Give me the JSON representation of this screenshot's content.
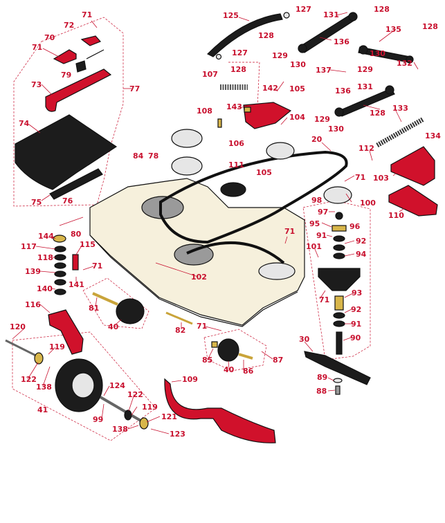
{
  "callouts": [
    {
      "id": "c71a",
      "text": "71"
    },
    {
      "id": "c72",
      "text": "72"
    },
    {
      "id": "c70",
      "text": "70"
    },
    {
      "id": "c71b",
      "text": "71"
    },
    {
      "id": "c79",
      "text": "79"
    },
    {
      "id": "c73",
      "text": "73"
    },
    {
      "id": "c77",
      "text": "77"
    },
    {
      "id": "c74",
      "text": "74"
    },
    {
      "id": "c75",
      "text": "75"
    },
    {
      "id": "c76",
      "text": "76"
    },
    {
      "id": "c125",
      "text": "125"
    },
    {
      "id": "c127a",
      "text": "127"
    },
    {
      "id": "c128a",
      "text": "128"
    },
    {
      "id": "c127b",
      "text": "127"
    },
    {
      "id": "c128b",
      "text": "128"
    },
    {
      "id": "c107",
      "text": "107"
    },
    {
      "id": "c131a",
      "text": "131"
    },
    {
      "id": "c128c",
      "text": "128"
    },
    {
      "id": "c135",
      "text": "135"
    },
    {
      "id": "c128d",
      "text": "128"
    },
    {
      "id": "c136a",
      "text": "136"
    },
    {
      "id": "c129a",
      "text": "129"
    },
    {
      "id": "c130a",
      "text": "130"
    },
    {
      "id": "c130b",
      "text": "130"
    },
    {
      "id": "c132",
      "text": "132"
    },
    {
      "id": "c137",
      "text": "137"
    },
    {
      "id": "c129b",
      "text": "129"
    },
    {
      "id": "c131b",
      "text": "131"
    },
    {
      "id": "c136b",
      "text": "136"
    },
    {
      "id": "c142",
      "text": "142"
    },
    {
      "id": "c105a",
      "text": "105"
    },
    {
      "id": "c108",
      "text": "108"
    },
    {
      "id": "c143",
      "text": "143"
    },
    {
      "id": "c104",
      "text": "104"
    },
    {
      "id": "c129c",
      "text": "129"
    },
    {
      "id": "c128e",
      "text": "128"
    },
    {
      "id": "c133",
      "text": "133"
    },
    {
      "id": "c130c",
      "text": "130"
    },
    {
      "id": "c134",
      "text": "134"
    },
    {
      "id": "c106",
      "text": "106"
    },
    {
      "id": "c20",
      "text": "20"
    },
    {
      "id": "c112",
      "text": "112"
    },
    {
      "id": "c84",
      "text": "84"
    },
    {
      "id": "c78",
      "text": "78"
    },
    {
      "id": "c111",
      "text": "111"
    },
    {
      "id": "c105b",
      "text": "105"
    },
    {
      "id": "c71c",
      "text": "71"
    },
    {
      "id": "c103",
      "text": "103"
    },
    {
      "id": "c98",
      "text": "98"
    },
    {
      "id": "c100",
      "text": "100"
    },
    {
      "id": "c97",
      "text": "97"
    },
    {
      "id": "c110",
      "text": "110"
    },
    {
      "id": "c80",
      "text": "80"
    },
    {
      "id": "c95",
      "text": "95"
    },
    {
      "id": "c96",
      "text": "96"
    },
    {
      "id": "c144",
      "text": "144"
    },
    {
      "id": "c71d",
      "text": "71"
    },
    {
      "id": "c91a",
      "text": "91"
    },
    {
      "id": "c115",
      "text": "115"
    },
    {
      "id": "c117",
      "text": "117"
    },
    {
      "id": "c101",
      "text": "101"
    },
    {
      "id": "c92a",
      "text": "92"
    },
    {
      "id": "c118",
      "text": "118"
    },
    {
      "id": "c94",
      "text": "94"
    },
    {
      "id": "c71e",
      "text": "71"
    },
    {
      "id": "c139",
      "text": "139"
    },
    {
      "id": "c102",
      "text": "102"
    },
    {
      "id": "c141",
      "text": "141"
    },
    {
      "id": "c140",
      "text": "140"
    },
    {
      "id": "c93",
      "text": "93"
    },
    {
      "id": "c71f",
      "text": "71"
    },
    {
      "id": "c116",
      "text": "116"
    },
    {
      "id": "c81",
      "text": "81"
    },
    {
      "id": "c92b",
      "text": "92"
    },
    {
      "id": "c40a",
      "text": "40"
    },
    {
      "id": "c91b",
      "text": "91"
    },
    {
      "id": "c71g",
      "text": "71"
    },
    {
      "id": "c82",
      "text": "82"
    },
    {
      "id": "c120",
      "text": "120"
    },
    {
      "id": "c90",
      "text": "90"
    },
    {
      "id": "c30",
      "text": "30"
    },
    {
      "id": "c119a",
      "text": "119"
    },
    {
      "id": "c85",
      "text": "85"
    },
    {
      "id": "c87",
      "text": "87"
    },
    {
      "id": "c40b",
      "text": "40"
    },
    {
      "id": "c122a",
      "text": "122"
    },
    {
      "id": "c86",
      "text": "86"
    },
    {
      "id": "c138a",
      "text": "138"
    },
    {
      "id": "c89",
      "text": "89"
    },
    {
      "id": "c109",
      "text": "109"
    },
    {
      "id": "c88",
      "text": "88"
    },
    {
      "id": "c124",
      "text": "124"
    },
    {
      "id": "c122b",
      "text": "122"
    },
    {
      "id": "c41",
      "text": "41"
    },
    {
      "id": "c119b",
      "text": "119"
    },
    {
      "id": "c99",
      "text": "99"
    },
    {
      "id": "c121",
      "text": "121"
    },
    {
      "id": "c138b",
      "text": "138"
    },
    {
      "id": "c123",
      "text": "123"
    }
  ]
}
